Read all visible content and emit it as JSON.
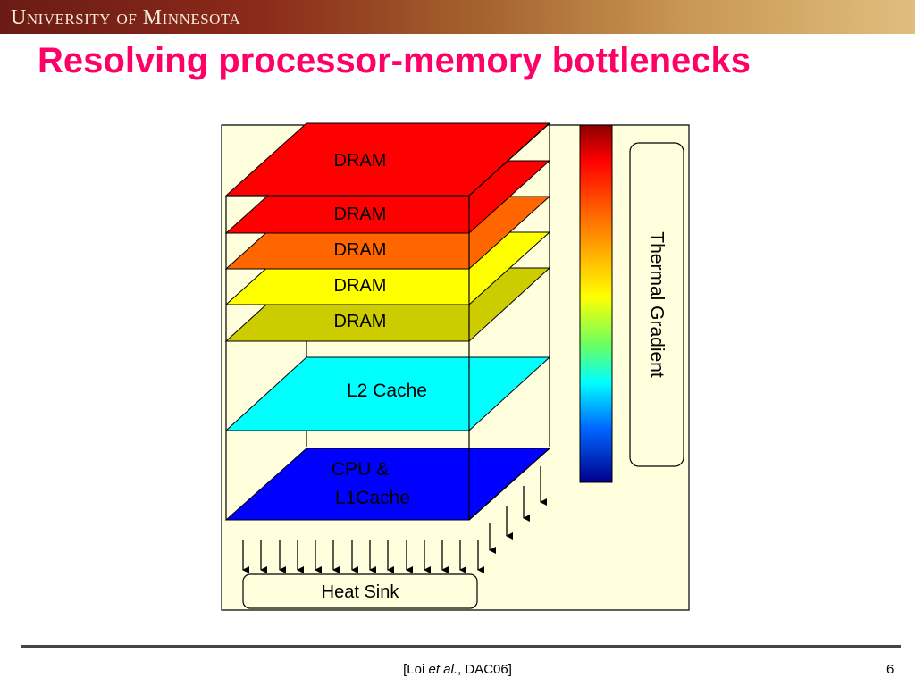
{
  "header": {
    "university": "University of Minnesota"
  },
  "slide": {
    "title": "Resolving processor-memory bottlenecks"
  },
  "diagram": {
    "layers": [
      {
        "label": "DRAM",
        "color": "#ff0000"
      },
      {
        "label": "DRAM",
        "color": "#ff0000"
      },
      {
        "label": "DRAM",
        "color": "#ff6600"
      },
      {
        "label": "DRAM",
        "color": "#ffff00"
      },
      {
        "label": "DRAM",
        "color": "#cccc00"
      },
      {
        "label": "L2 Cache",
        "color": "#00ffff"
      },
      {
        "label_line1": "CPU &",
        "label_line2": "L1Cache",
        "color": "#0000ff"
      }
    ],
    "heat_sink_label": "Heat Sink",
    "thermal_gradient_label": "Thermal Gradient",
    "panel_color": "#ffffdd"
  },
  "footer": {
    "citation_prefix": "[Loi ",
    "citation_italic": "et al.",
    "citation_suffix": ", DAC06]",
    "page_number": "6"
  }
}
